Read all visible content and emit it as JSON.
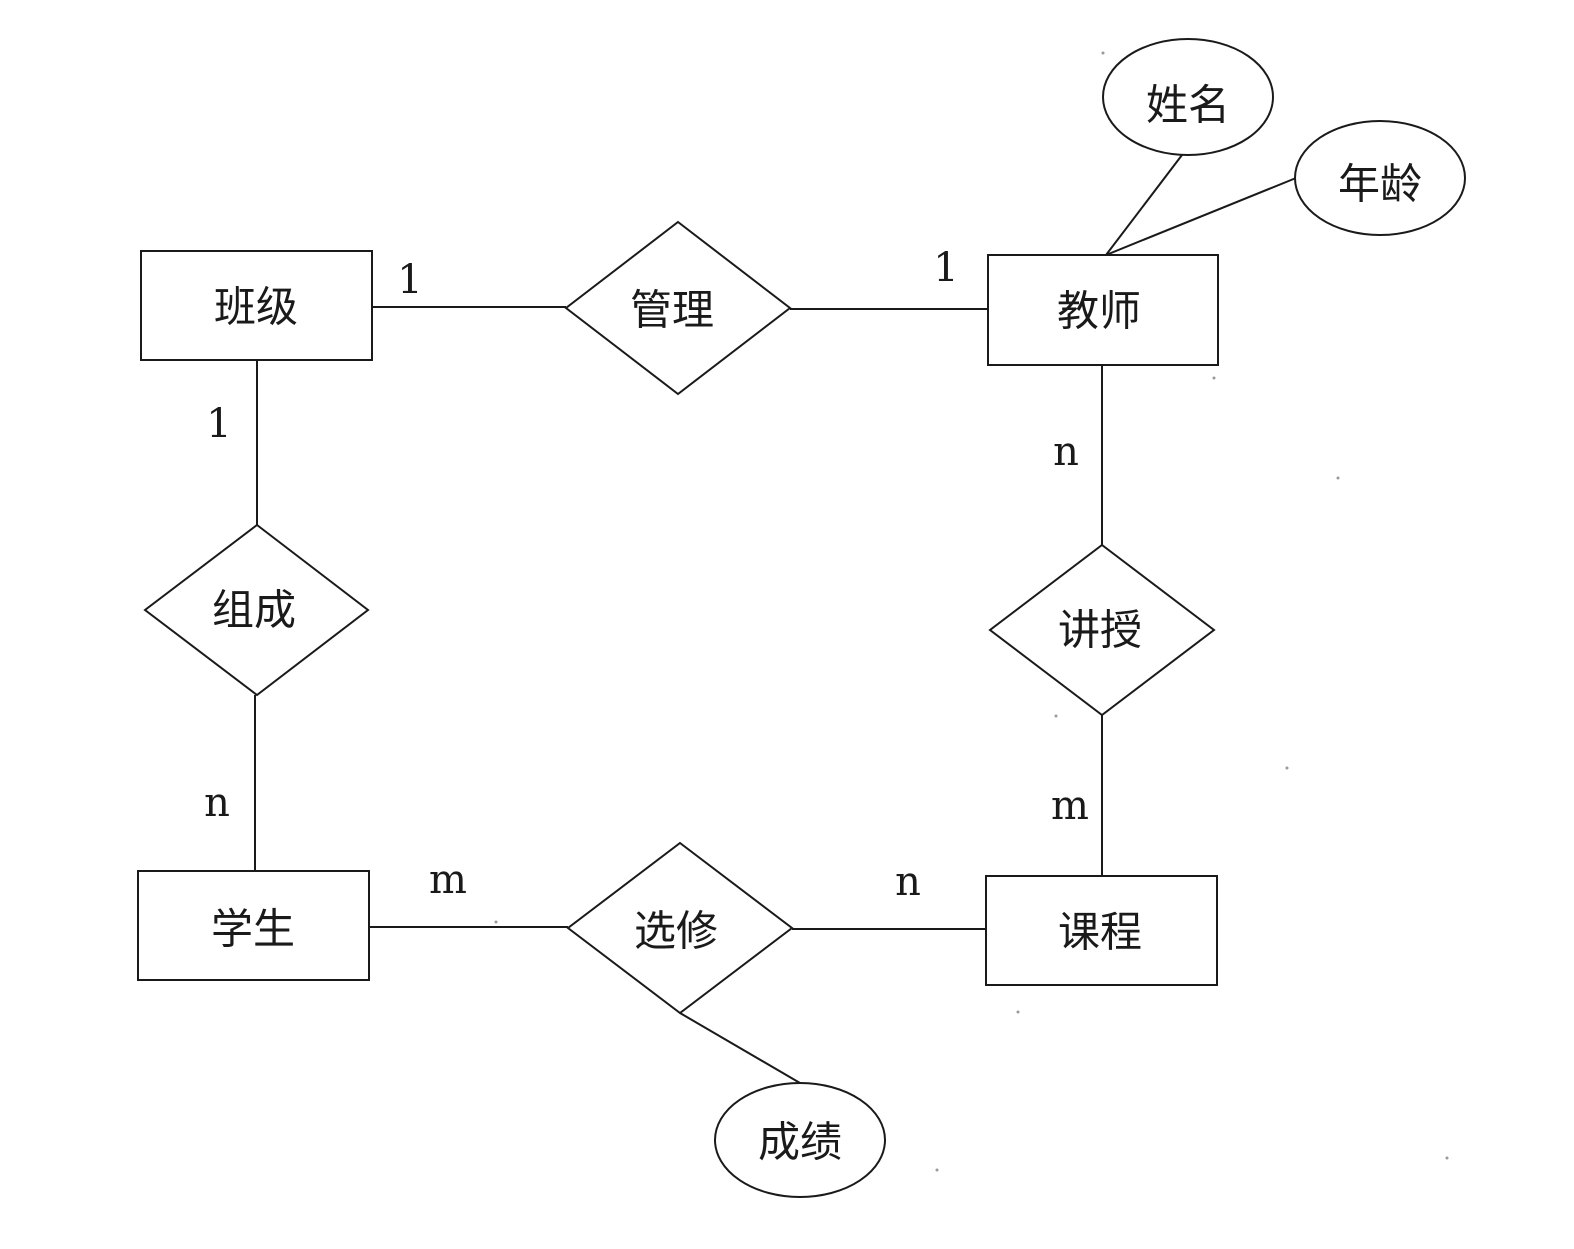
{
  "entities": {
    "class": "班级",
    "teacher": "教师",
    "student": "学生",
    "course": "课程"
  },
  "relationships": {
    "manage": "管理",
    "compose": "组成",
    "teach": "讲授",
    "select": "选修"
  },
  "attributes": {
    "name": "姓名",
    "age": "年龄",
    "grade": "成绩"
  },
  "cardinalities": {
    "class_manage": "1",
    "teacher_manage": "1",
    "class_compose": "1",
    "student_compose": "n",
    "teacher_teach": "n",
    "course_teach": "m",
    "student_select": "m",
    "course_select": "n"
  },
  "colors": {
    "stroke": "#1a1a1a",
    "background": "#ffffff"
  }
}
